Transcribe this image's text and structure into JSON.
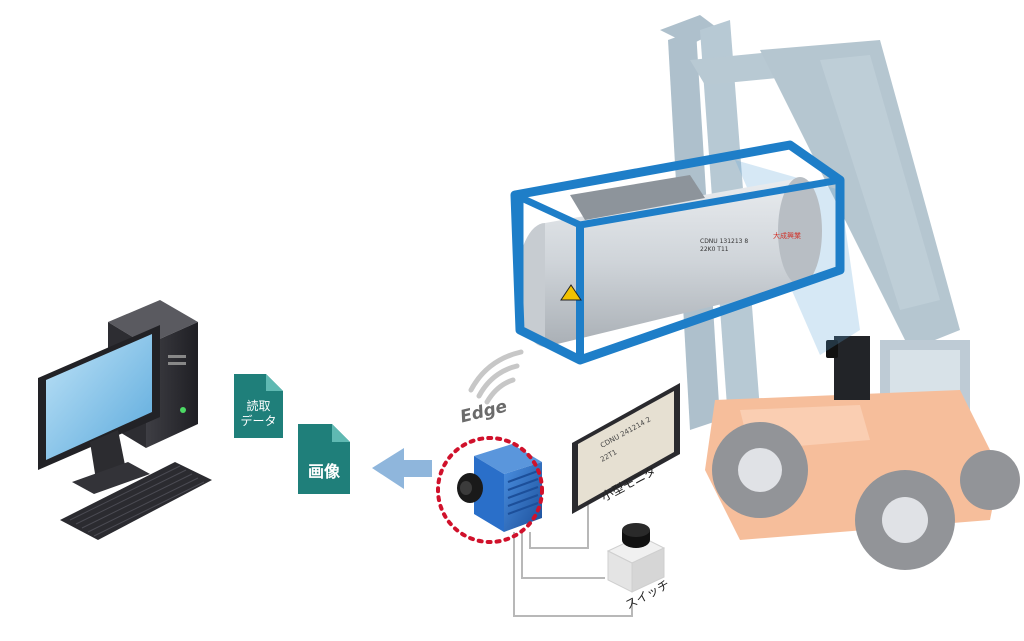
{
  "documents": {
    "read_data_line1": "読取",
    "read_data_line2": "データ",
    "image": "画像"
  },
  "labels": {
    "edge": "Edge",
    "small_monitor": "小型モニタ",
    "switch": "スイッチ"
  },
  "monitor_screen": {
    "line1": "CDNU 241214 2",
    "line2": "22T1"
  },
  "container_markings": {
    "id_line1": "CDNU 131213 8",
    "id_line2": "22K0 T11",
    "brand": "大成興業"
  },
  "colors": {
    "doc_teal": "#1f7f7a",
    "arrow_blue": "#8fb6dc",
    "container_frame": "#1e7ec8",
    "camera_blue": "#2a6fc9",
    "dotted_circle": "#d0112b",
    "forklift_orange": "#f08a4b",
    "forklift_frame": "#6d8da3"
  }
}
